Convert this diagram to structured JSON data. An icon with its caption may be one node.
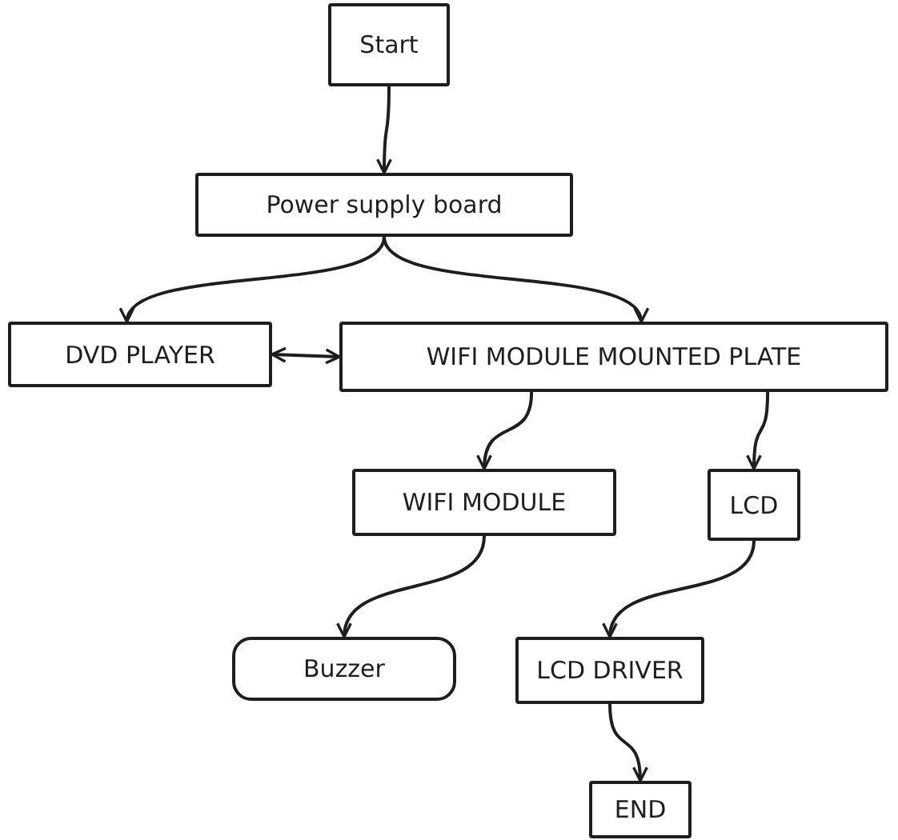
{
  "diagram": {
    "nodes": [
      {
        "text": [
          "Start"
        ]
      },
      {
        "text": [
          "Power supply board"
        ]
      },
      {
        "text": [
          "DVD PLAYER"
        ]
      },
      {
        "text": [
          "WIFI MODULE MOUNTED PLATE"
        ]
      },
      {
        "text": [
          "WIFI MODULE"
        ]
      },
      {
        "text": [
          "LCD"
        ]
      },
      {
        "text": [
          "Buzzer"
        ]
      },
      {
        "text": [
          "LCD DRIVER"
        ]
      },
      {
        "text": [
          "END"
        ]
      }
    ],
    "edges": [
      {
        "from": 0,
        "to": 1,
        "arrow": "to"
      },
      {
        "from": 1,
        "to": 2,
        "arrow": "to"
      },
      {
        "from": 1,
        "to": 3,
        "arrow": "to"
      },
      {
        "from": 2,
        "to": 3,
        "arrow": "both"
      },
      {
        "from": 3,
        "to": 4,
        "arrow": "to"
      },
      {
        "from": 3,
        "to": 5,
        "arrow": "to"
      },
      {
        "from": 4,
        "to": 6,
        "arrow": "to"
      },
      {
        "from": 5,
        "to": 7,
        "arrow": "to"
      },
      {
        "from": 7,
        "to": 8,
        "arrow": "to"
      }
    ]
  }
}
